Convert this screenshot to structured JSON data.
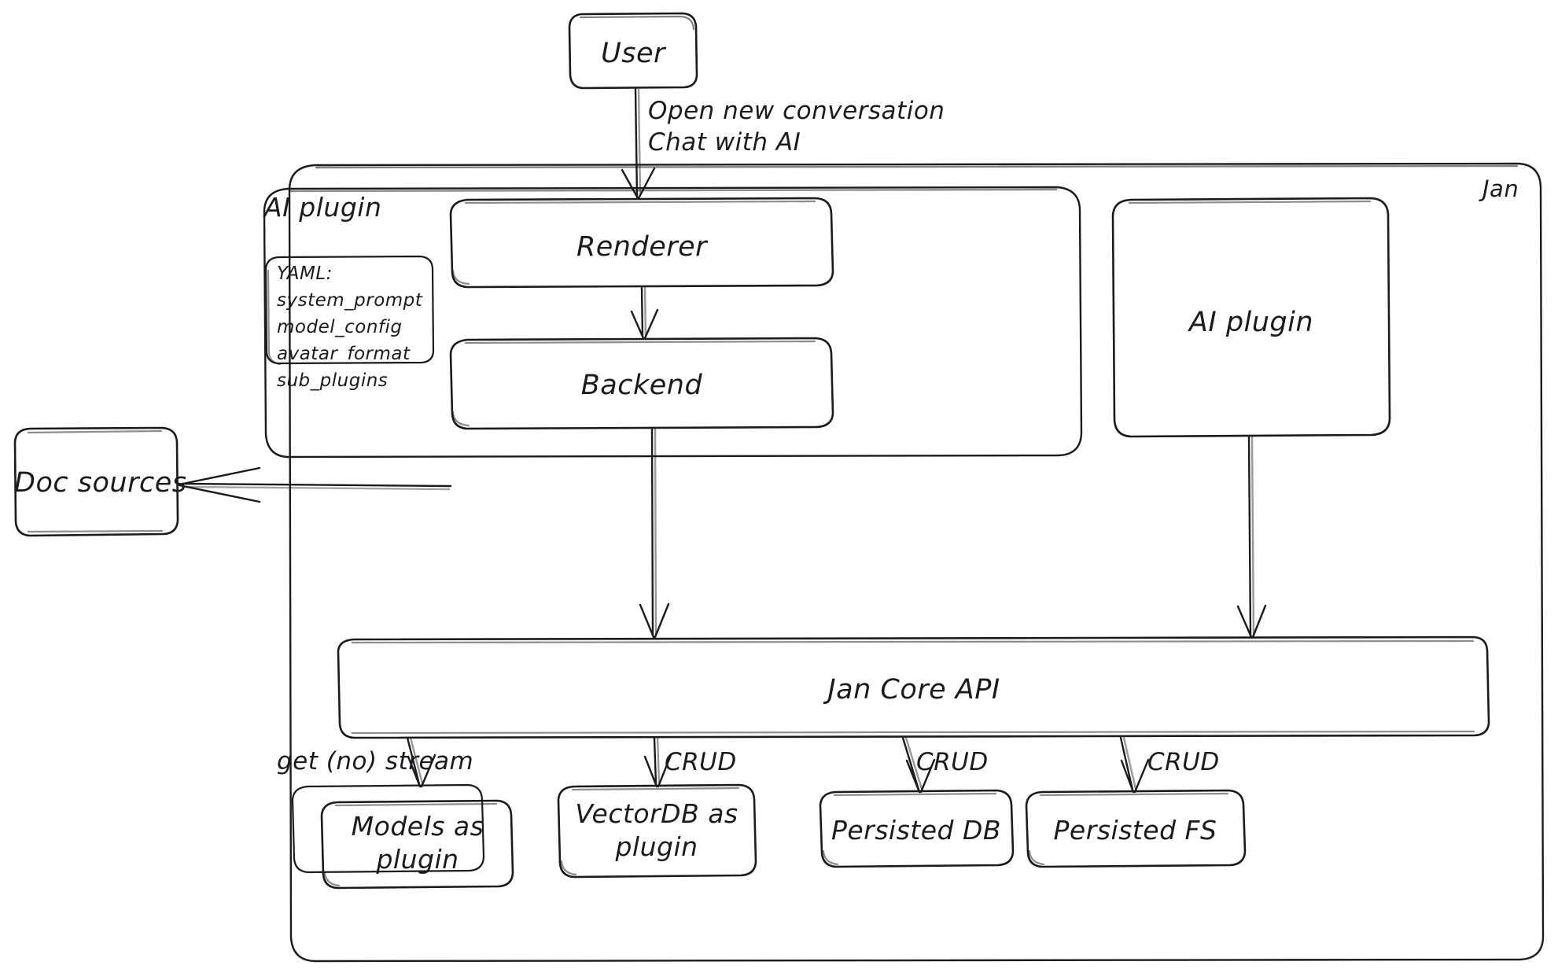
{
  "diagram": {
    "title": "Jan architecture diagram",
    "style": "hand-drawn-sketch",
    "stroke_color": "#1b1b1f",
    "background": "#ffffff"
  },
  "containers": {
    "jan": {
      "label": "Jan"
    },
    "ai_plugin_group": {
      "label": "AI plugin"
    }
  },
  "nodes": {
    "user": {
      "label": "User"
    },
    "renderer": {
      "label": "Renderer"
    },
    "backend": {
      "label": "Backend"
    },
    "ai_plugin_right": {
      "label": "AI plugin"
    },
    "doc_sources": {
      "label": "Doc sources"
    },
    "jan_core_api": {
      "label": "Jan Core API"
    },
    "models_plugin": {
      "label": "Models as\nplugin"
    },
    "vectordb_plugin": {
      "label": "VectorDB as\nplugin"
    },
    "persisted_db": {
      "label": "Persisted DB"
    },
    "persisted_fs": {
      "label": "Persisted FS"
    }
  },
  "yaml_note": {
    "header": "YAML:",
    "keys": [
      "system_prompt",
      "model_config",
      "avatar_format",
      "sub_plugins"
    ],
    "text": "YAML:\nsystem_prompt\nmodel_config\navatar_format\nsub_plugins"
  },
  "edges": [
    {
      "id": "user-to-renderer",
      "from": "user",
      "to": "renderer",
      "label": "Open new conversation\nChat with AI"
    },
    {
      "id": "renderer-to-backend",
      "from": "renderer",
      "to": "backend",
      "label": ""
    },
    {
      "id": "backend-to-doc-sources",
      "from": "backend",
      "to": "doc_sources",
      "label": ""
    },
    {
      "id": "backend-to-core",
      "from": "backend",
      "to": "jan_core_api",
      "label": ""
    },
    {
      "id": "aiplugin-to-core",
      "from": "ai_plugin_right",
      "to": "jan_core_api",
      "label": ""
    },
    {
      "id": "core-to-models",
      "from": "jan_core_api",
      "to": "models_plugin",
      "label": "get (no) stream"
    },
    {
      "id": "core-to-vectordb",
      "from": "jan_core_api",
      "to": "vectordb_plugin",
      "label": "CRUD"
    },
    {
      "id": "core-to-persisted-db",
      "from": "jan_core_api",
      "to": "persisted_db",
      "label": "CRUD"
    },
    {
      "id": "core-to-persisted-fs",
      "from": "jan_core_api",
      "to": "persisted_fs",
      "label": "CRUD"
    }
  ],
  "edge_labels": {
    "user_to_renderer": "Open new conversation\nChat with AI",
    "get_no_stream": "get (no) stream",
    "crud_vectordb": "CRUD",
    "crud_db": "CRUD",
    "crud_fs": "CRUD"
  }
}
